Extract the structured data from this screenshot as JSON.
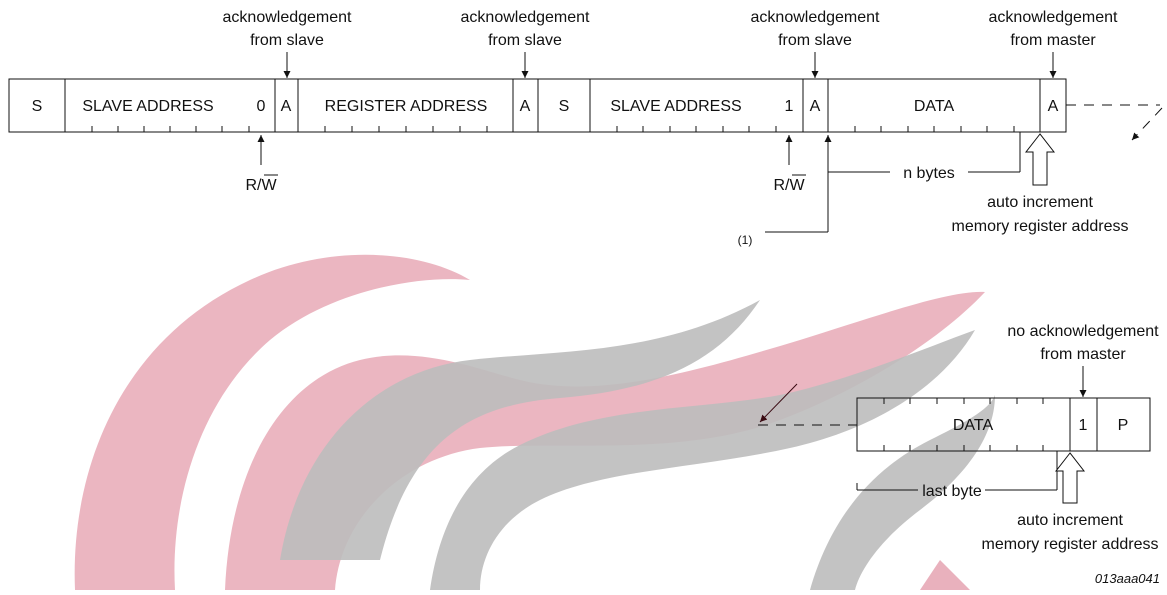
{
  "frame1": {
    "fields": {
      "s1": "S",
      "slave_address_1": "SLAVE ADDRESS",
      "rw_bit_0": "0",
      "ack_1": "A",
      "register_address": "REGISTER ADDRESS",
      "ack_2": "A",
      "s2": "S",
      "slave_address_2": "SLAVE ADDRESS",
      "rw_bit_1": "1",
      "ack_3": "A",
      "data": "DATA",
      "ack_4": "A"
    },
    "annotations": {
      "ack_slave_1": [
        "acknowledgement",
        "from slave"
      ],
      "ack_slave_2": [
        "acknowledgement",
        "from slave"
      ],
      "ack_slave_3": [
        "acknowledgement",
        "from slave"
      ],
      "ack_master": [
        "acknowledgement",
        "from master"
      ],
      "rw_1": "R/W",
      "rw_2": "R/W",
      "n_bytes": "n bytes",
      "auto_increment": [
        "auto increment",
        "memory register address"
      ],
      "note": "(1)"
    }
  },
  "frame2": {
    "fields": {
      "data": "DATA",
      "nack_bit": "1",
      "p": "P"
    },
    "annotations": {
      "no_ack_master": [
        "no acknowledgement",
        "from master"
      ],
      "last_byte": "last byte",
      "auto_increment": [
        "auto increment",
        "memory register address"
      ]
    }
  },
  "figure_id": "013aaa041",
  "colors": {
    "watermark_red": "#e7a9b6",
    "watermark_gray": "#bdbdbd",
    "line": "#111111"
  }
}
